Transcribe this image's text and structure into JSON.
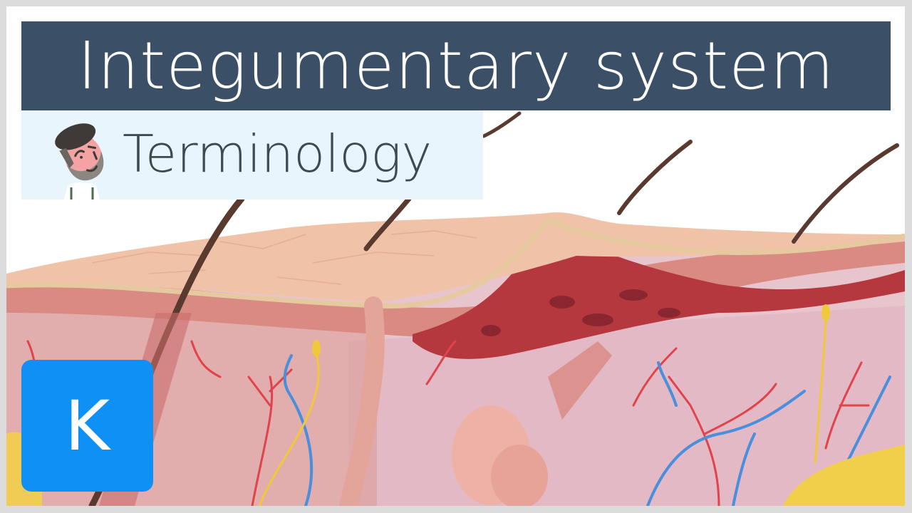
{
  "title_banner": {
    "text": "Integumentary system",
    "background": "#3b5066",
    "color": "#ffffff"
  },
  "subtitle": {
    "text": "Terminology",
    "background": "#e8f5fd",
    "color": "#3d4a4e"
  },
  "mascot": {
    "icon": "cartoon-doctor-mascot-icon"
  },
  "logo": {
    "letter": "K",
    "background": "#0e90f4",
    "color": "#ffffff"
  },
  "illustration": {
    "subject": "skin cross-section",
    "colors": {
      "epidermis_surface": "#f0c2a8",
      "stratum_corneum": "#e7c9a0",
      "epidermis_cut": "#d98a82",
      "dermis_deep": "#b5383f",
      "dermis": "#e8c4cc",
      "artery": "#e0434a",
      "vein": "#4a8fdc",
      "nerve": "#f0c93a",
      "hair": "#5a3a2e",
      "fat": "#f2cf4a"
    }
  }
}
